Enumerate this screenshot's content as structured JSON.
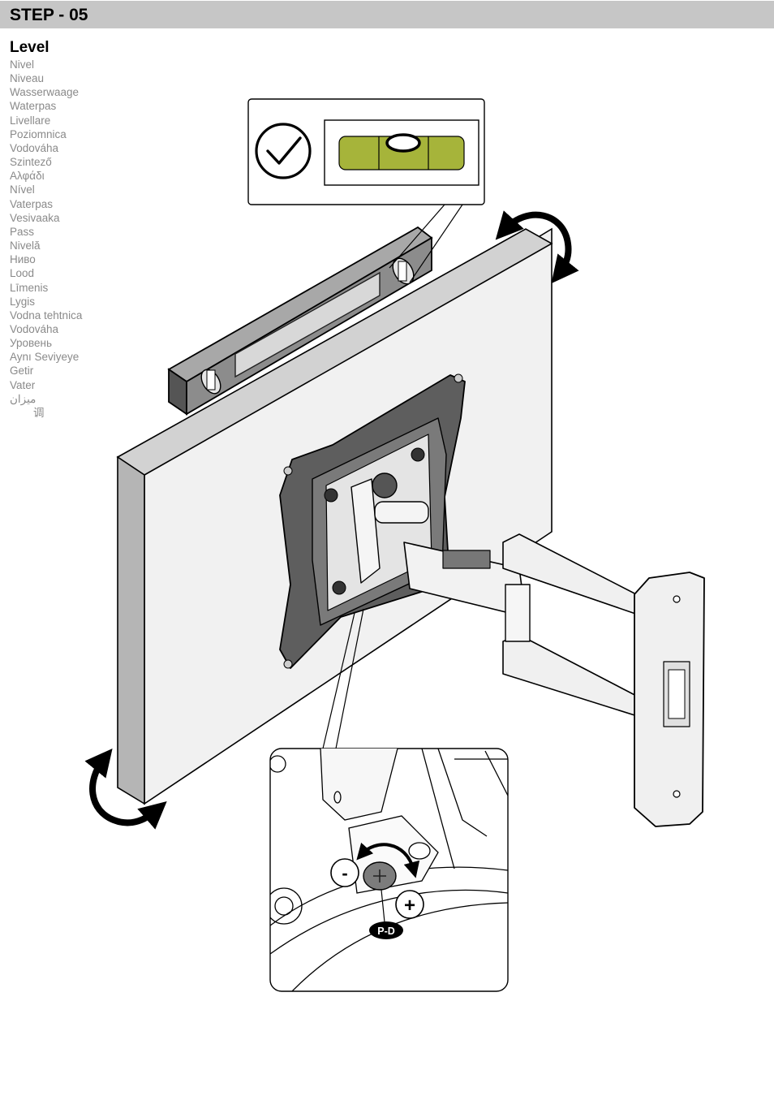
{
  "header": {
    "title": "STEP - 05"
  },
  "section": {
    "heading": "Level",
    "translations": [
      "Nivel",
      "Niveau",
      "Wasserwaage",
      "Waterpas",
      "Livellare",
      "Poziomnica",
      "Vodováha",
      "Szintező",
      "Αλφάδι",
      "Nível",
      "Vaterpas",
      "Vesivaaka",
      "Pass",
      "Nivelă",
      "Ниво",
      "Lood",
      "Līmenis",
      "Lygis",
      "Vodna tehtnica",
      "Vodováha",
      "Уровень",
      "Aynı Seviyeye",
      "Getir",
      "Vater",
      "ميزان",
      "调"
    ]
  },
  "illustration": {
    "level_status_icon": "check-icon",
    "bubble_color": "#a6b43a",
    "adjuster": {
      "minus_label": "-",
      "plus_label": "+",
      "part_label": "P-D"
    }
  }
}
